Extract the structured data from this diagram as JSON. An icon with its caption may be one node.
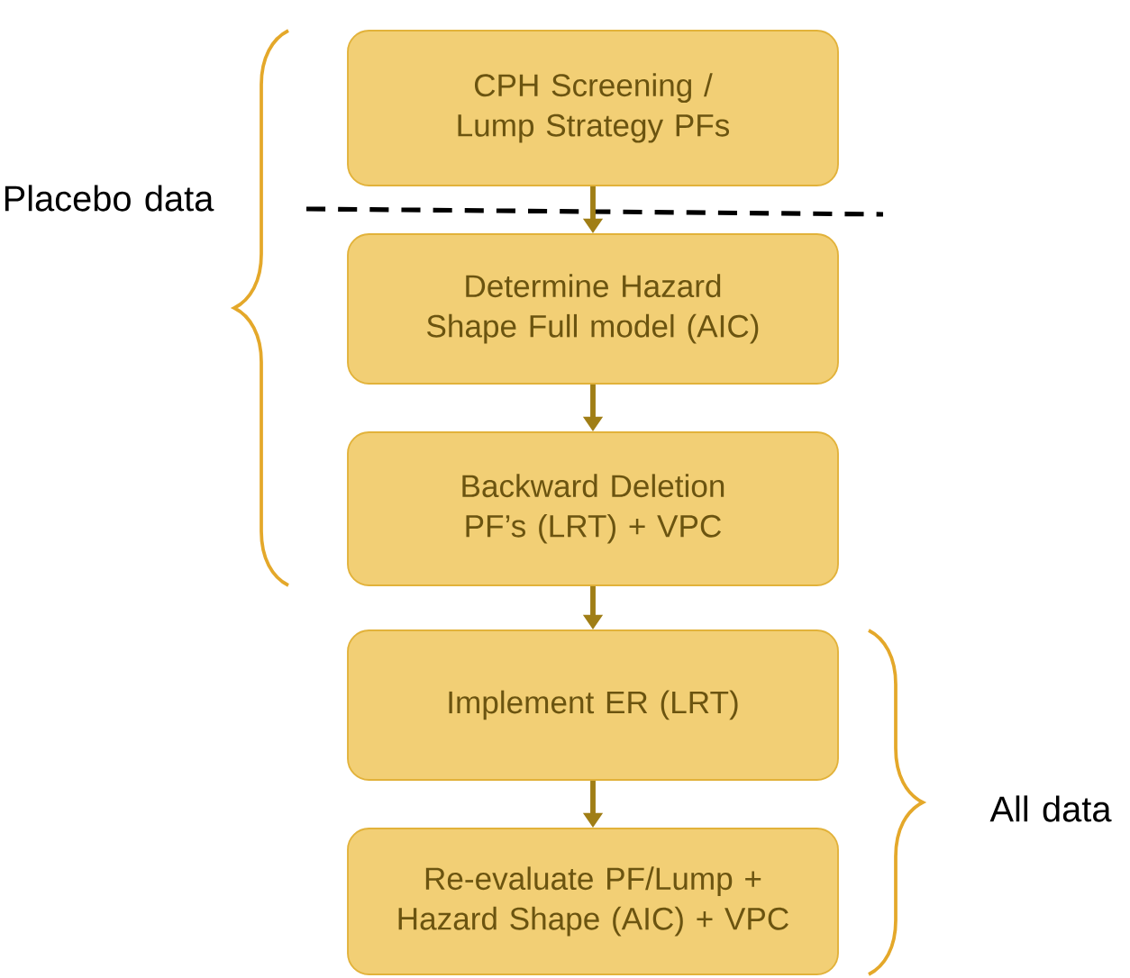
{
  "diagram": {
    "nodes": [
      {
        "text": [
          "CPH Screening / Lump Strategy PFs"
        ]
      },
      {
        "text": [
          "Determine Hazard Shape Full model (AIC)"
        ]
      },
      {
        "text": [
          "Backward Deletion PF’s (LRT) + VPC"
        ]
      },
      {
        "text": [
          "Implement ER (LRT)"
        ]
      },
      {
        "text": [
          "Re-evaluate PF/Lump + Hazard Shape (AIC) + VPC"
        ]
      }
    ],
    "edges": [
      {
        "from": 0,
        "to": 1,
        "arrow": "to"
      },
      {
        "from": 1,
        "to": 2,
        "arrow": "to"
      },
      {
        "from": 2,
        "to": 3,
        "arrow": "to"
      },
      {
        "from": 3,
        "to": 4,
        "arrow": "to"
      }
    ],
    "labels": [
      "Placebo data",
      "All data"
    ]
  }
}
